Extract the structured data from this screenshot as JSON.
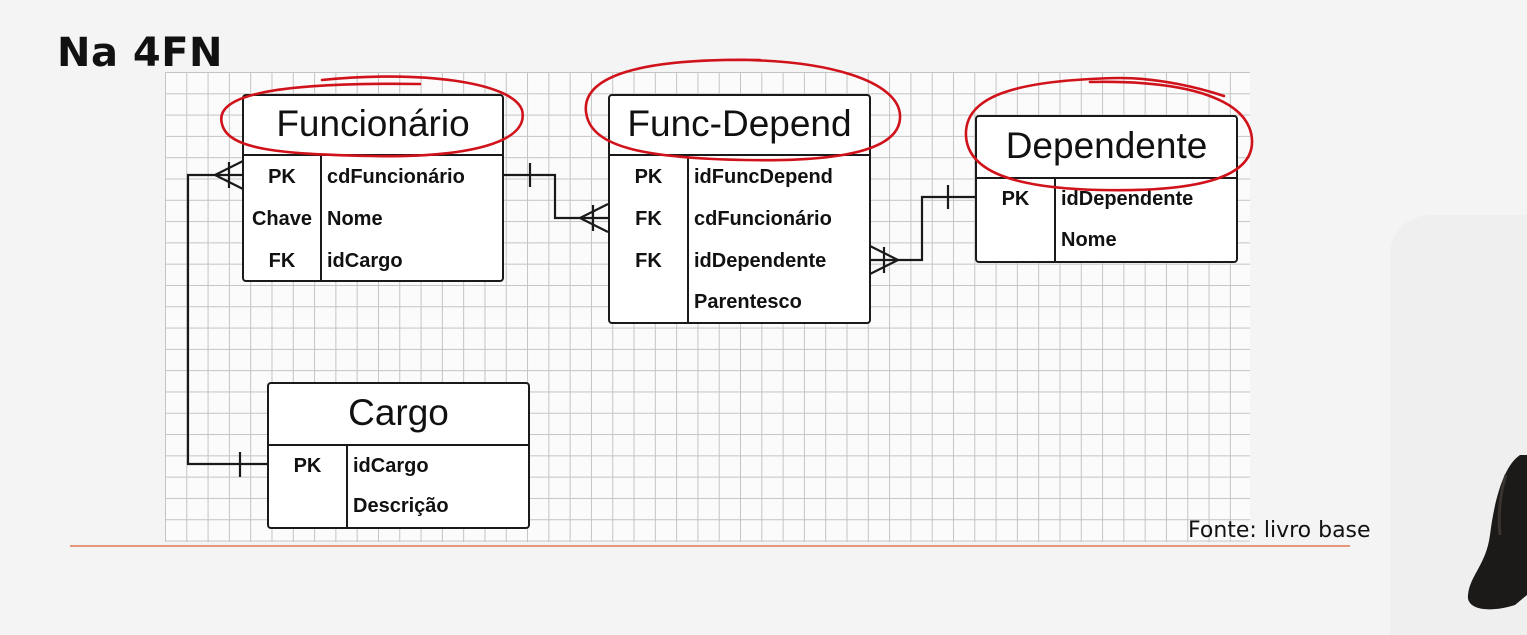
{
  "slide": {
    "title": "Na 4FN",
    "source_note": "Fonte: livro base"
  },
  "colors": {
    "annotation": "#d0121b",
    "line": "#1a1a1a",
    "rule": "#e49a7a"
  },
  "entities": {
    "funcionario": {
      "name": "Funcionário",
      "rows": [
        {
          "key": "PK",
          "attr": "cdFuncionário"
        },
        {
          "key": "Chave",
          "attr": "Nome"
        },
        {
          "key": "FK",
          "attr": "idCargo"
        }
      ]
    },
    "func_depend": {
      "name": "Func-Depend",
      "rows": [
        {
          "key": "PK",
          "attr": "idFuncDepend"
        },
        {
          "key": "FK",
          "attr": "cdFuncionário"
        },
        {
          "key": "FK",
          "attr": "idDependente"
        },
        {
          "key": "",
          "attr": "Parentesco"
        }
      ]
    },
    "dependente": {
      "name": "Dependente",
      "rows": [
        {
          "key": "PK",
          "attr": "idDependente"
        },
        {
          "key": "",
          "attr": "Nome"
        }
      ]
    },
    "cargo": {
      "name": "Cargo",
      "rows": [
        {
          "key": "PK",
          "attr": "idCargo"
        },
        {
          "key": "",
          "attr": "Descrição"
        }
      ]
    }
  }
}
